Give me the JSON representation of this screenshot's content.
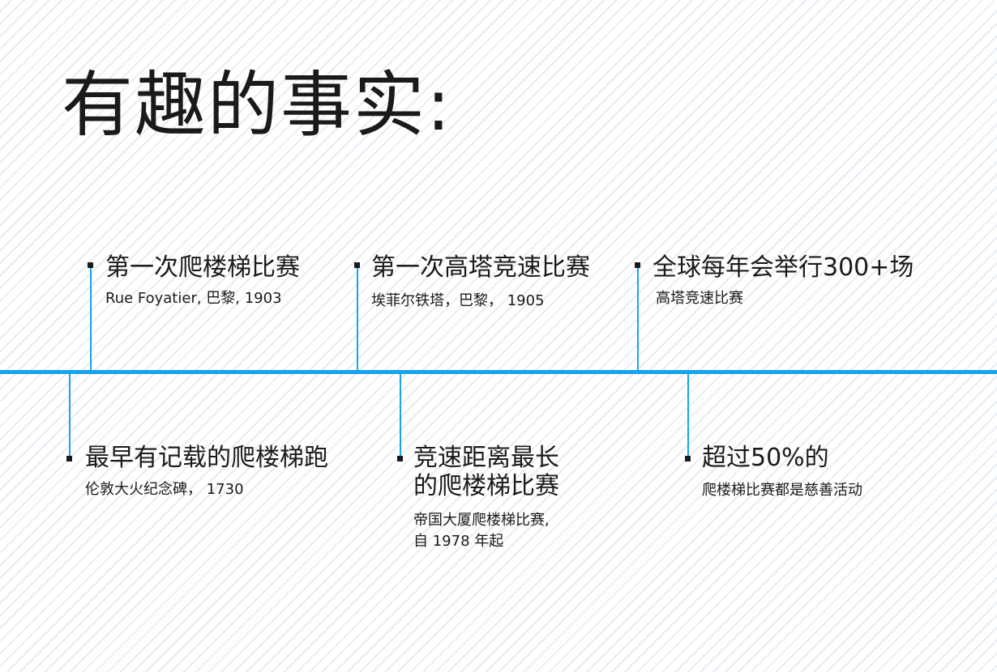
{
  "title": "有趣的事实:",
  "events": {
    "e1": {
      "title": "第一次爬楼梯比赛",
      "sub": "Rue Foyatier, 巴黎, 1903"
    },
    "e2": {
      "title": "第一次高塔竞速比赛",
      "sub": "埃菲尔铁塔，巴黎， 1905"
    },
    "e3": {
      "title": "全球每年会举行300+场",
      "sub": "高塔竞速比赛"
    },
    "e4": {
      "title": "最早有记载的爬楼梯跑",
      "sub": "伦敦大火纪念碑， 1730"
    },
    "e5": {
      "title_lines": [
        "竞速距离最长",
        "的爬楼梯比赛"
      ],
      "sub_lines": [
        "帝国大厦爬楼梯比赛,",
        "自 1978 年起"
      ]
    },
    "e6": {
      "title": "超过50%的",
      "sub": "爬楼梯比赛都是慈善活动"
    }
  },
  "colors": {
    "axis": "#1aa3ea",
    "marker": "#1a1a1a",
    "stripe": "#e6edf3"
  }
}
